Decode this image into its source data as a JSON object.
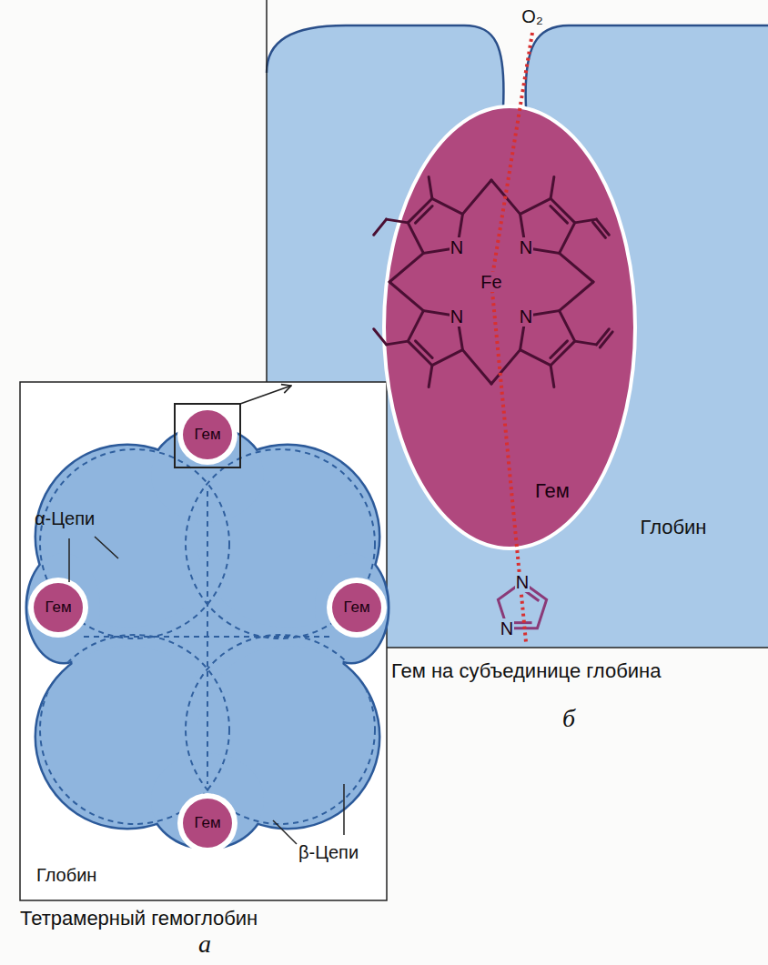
{
  "diagram": {
    "nodes": [
      {
        "text": [
          "Гем"
        ]
      },
      {
        "text": [
          "Гем"
        ]
      },
      {
        "text": [
          "Гем"
        ]
      },
      {
        "text": [
          "Гем"
        ]
      },
      {
        "text": [
          "Гем"
        ]
      }
    ],
    "labels": [
      "O₂",
      "N",
      "N",
      "Fe",
      "N",
      "N",
      "N",
      "N",
      "Глобин",
      "Гем на субъединице глобина",
      "б",
      "α-Цепи",
      "β-Цепи",
      "Глобин",
      "Тетрамерный гемоглобин",
      "а"
    ]
  }
}
